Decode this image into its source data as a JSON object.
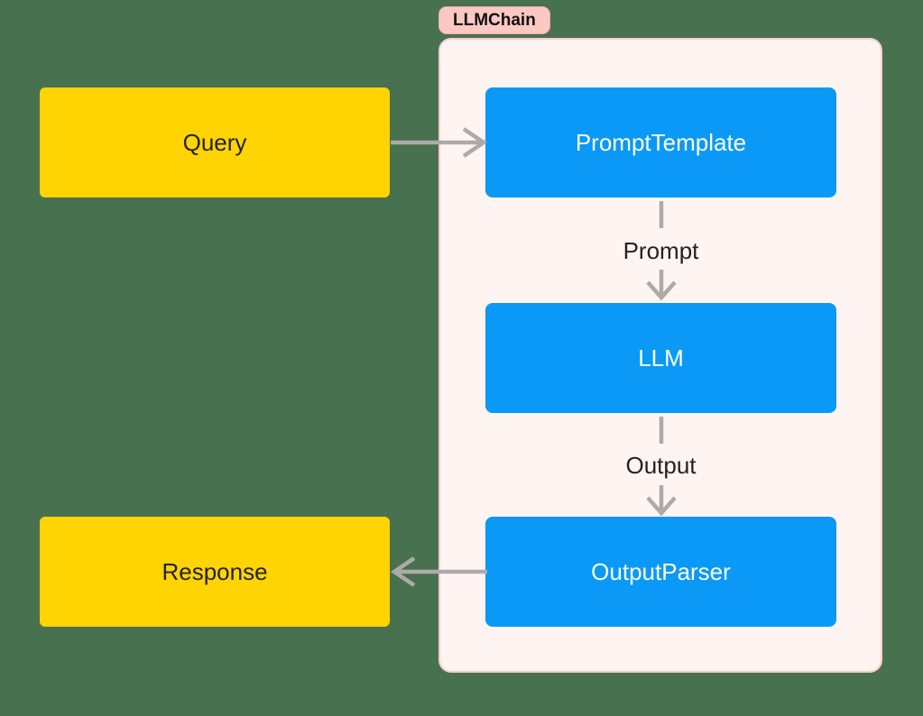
{
  "diagram": {
    "group": {
      "label": "LLMChain"
    },
    "nodes": [
      {
        "id": "query",
        "label": "Query",
        "role": "input",
        "color": "#FFD400"
      },
      {
        "id": "prompt-template",
        "label": "PromptTemplate",
        "role": "component",
        "color": "#0A99F6"
      },
      {
        "id": "llm",
        "label": "LLM",
        "role": "component",
        "color": "#0A99F6"
      },
      {
        "id": "output-parser",
        "label": "OutputParser",
        "role": "component",
        "color": "#0A99F6"
      },
      {
        "id": "response",
        "label": "Response",
        "role": "output",
        "color": "#FFD400"
      }
    ],
    "edges": [
      {
        "from": "query",
        "to": "prompt-template",
        "label": "",
        "direction": "right"
      },
      {
        "from": "prompt-template",
        "to": "llm",
        "label": "Prompt",
        "direction": "down"
      },
      {
        "from": "llm",
        "to": "output-parser",
        "label": "Output",
        "direction": "down"
      },
      {
        "from": "output-parser",
        "to": "response",
        "label": "",
        "direction": "left"
      }
    ],
    "colors": {
      "background": "#487150",
      "node_yellow": "#FFD400",
      "node_blue": "#0A99F6",
      "container_fill": "#FEF4F2",
      "container_border": "#F8CEC8",
      "badge_fill": "#FBC8C4",
      "badge_border": "#F2ADA7",
      "arrow": "#ADABA9",
      "text_dark": "#242220",
      "text_light": "#FFFFFF"
    }
  }
}
